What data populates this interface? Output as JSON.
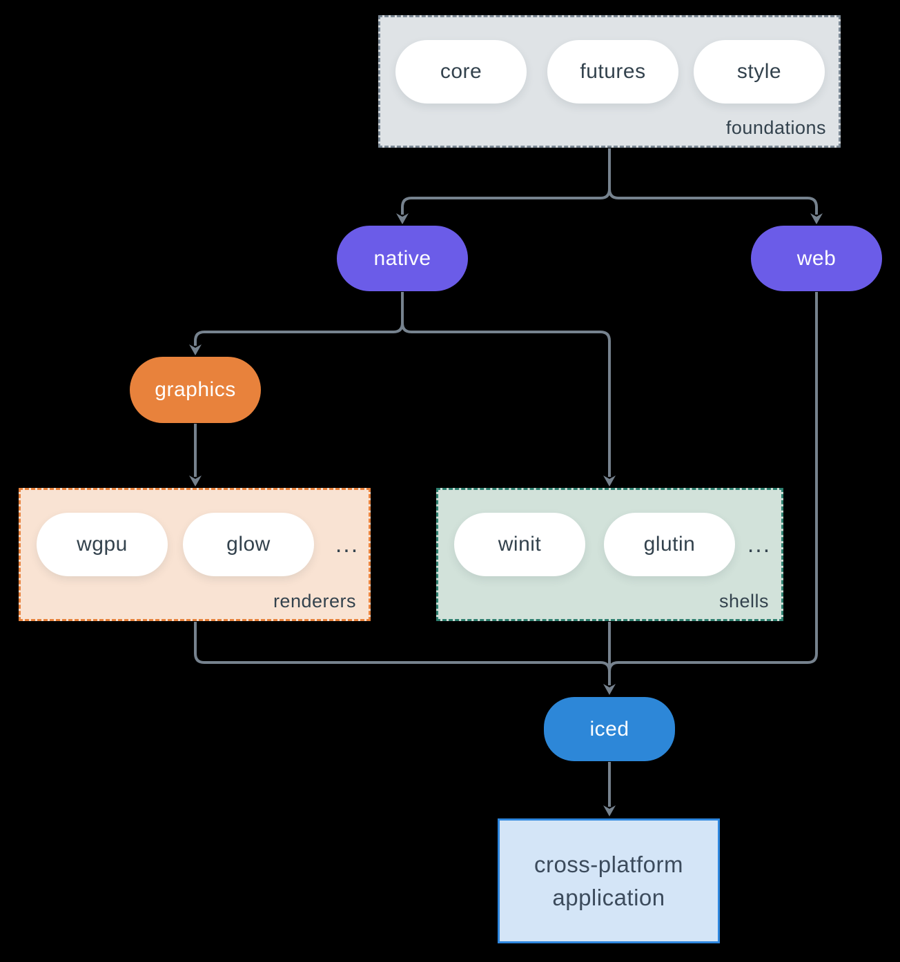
{
  "diagram": {
    "background": "#000000",
    "edge_color": "#76828e"
  },
  "colors": {
    "foundations_fill": "#dfe3e6",
    "foundations_border": "#7b8894",
    "renderers_fill": "#f9e3d3",
    "renderers_border": "#e8823c",
    "shells_fill": "#d2e2da",
    "shells_border": "#2f8070",
    "node_purple": "#6b5ce8",
    "node_orange": "#e8823c",
    "node_blue": "#2d87d8",
    "application_fill": "#d4e5f7",
    "application_border": "#2e86de",
    "pill_fill": "#ffffff",
    "text_dark": "#33424d",
    "text_light": "#ffffff"
  },
  "groups": {
    "foundations": {
      "label": "foundations",
      "items": [
        "core",
        "futures",
        "style"
      ]
    },
    "renderers": {
      "label": "renderers",
      "items": [
        "wgpu",
        "glow"
      ],
      "more": "..."
    },
    "shells": {
      "label": "shells",
      "items": [
        "winit",
        "glutin"
      ],
      "more": "..."
    }
  },
  "nodes": {
    "native": {
      "label": "native"
    },
    "web": {
      "label": "web"
    },
    "graphics": {
      "label": "graphics"
    },
    "iced": {
      "label": "iced"
    },
    "application": {
      "line1": "cross-platform",
      "line2": "application"
    }
  }
}
